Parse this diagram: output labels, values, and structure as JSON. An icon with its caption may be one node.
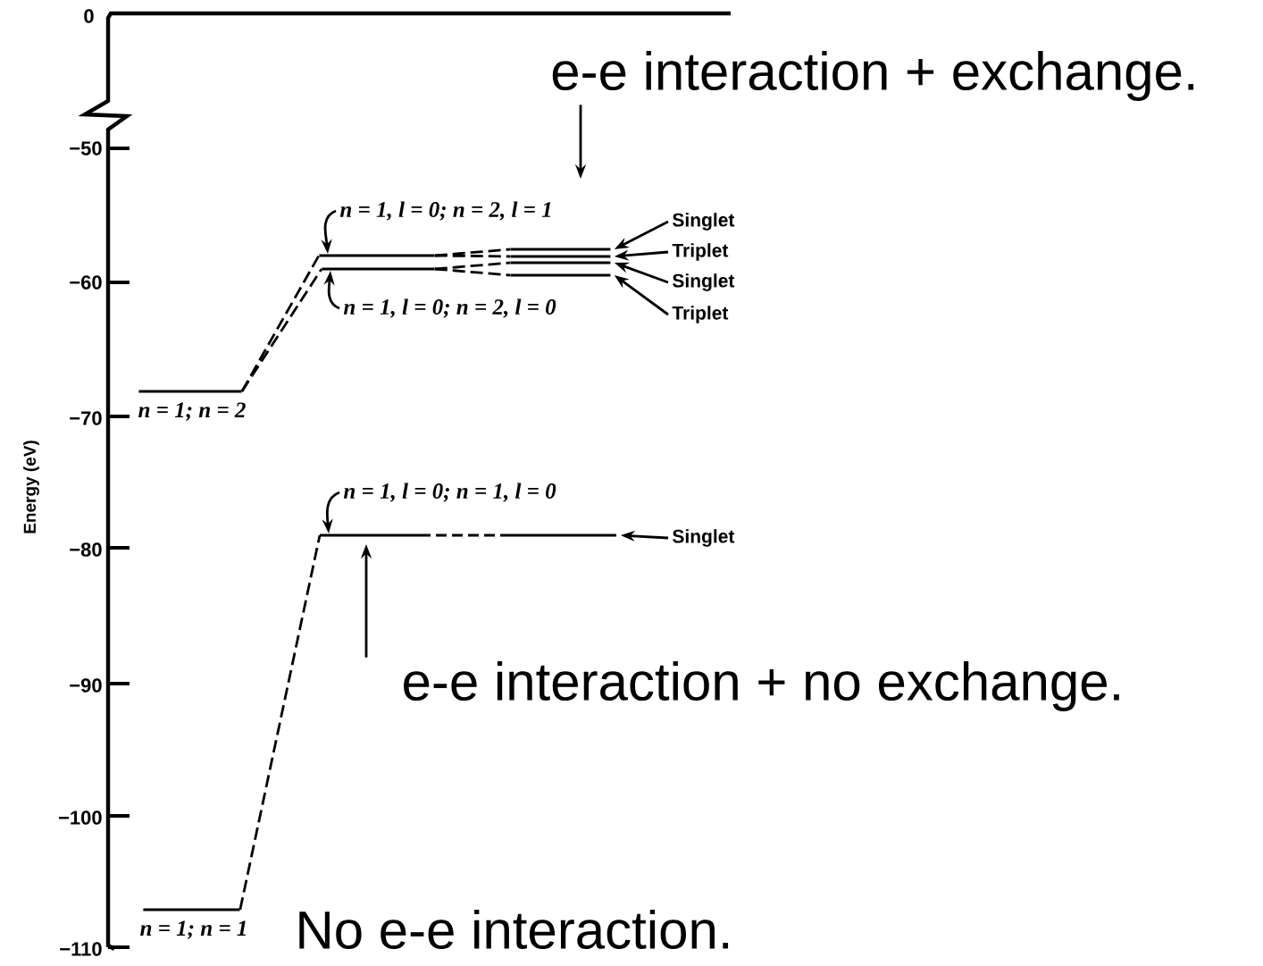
{
  "diagram": {
    "nodes": [
      {
        "text": [
          "e-e interaction + exchange."
        ]
      },
      {
        "text": [],
        "shape": "line",
        "beside": [
          "n = 1; n = 2"
        ]
      },
      {
        "text": [],
        "shape": "line",
        "beside": [
          "n = 1; n = 1"
        ]
      },
      {
        "text": [
          "n = 1, l = 0; n = 2, l = 1"
        ]
      },
      {
        "text": [],
        "shape": "line"
      },
      {
        "text": [
          "n = 1, l = 0; n = 2, l = 0"
        ]
      },
      {
        "text": [],
        "shape": "line"
      },
      {
        "text": [],
        "shape": "line"
      },
      {
        "text": [],
        "shape": "line"
      },
      {
        "text": [],
        "shape": "line"
      },
      {
        "text": [],
        "shape": "line"
      },
      {
        "text": [
          "Singlet"
        ]
      },
      {
        "text": [
          "Triplet"
        ]
      },
      {
        "text": [
          "Singlet"
        ]
      },
      {
        "text": [
          "Triplet"
        ]
      },
      {
        "text": [
          "n = 1, l = 0; n = 1, l = 0"
        ]
      },
      {
        "text": [],
        "shape": "line"
      },
      {
        "text": [
          "Singlet"
        ]
      },
      {
        "text": [
          "e-e interaction + no exchange."
        ]
      }
    ],
    "edges": [
      {
        "from": 0,
        "to": null,
        "arrow": "to"
      },
      {
        "from": 18,
        "to": 16,
        "arrow": "to"
      },
      {
        "from": 1,
        "to": 4,
        "arrow": "none",
        "style": "dashed"
      },
      {
        "from": 1,
        "to": 6,
        "arrow": "none",
        "style": "dashed"
      },
      {
        "from": 2,
        "to": 16,
        "arrow": "none",
        "style": "dashed"
      },
      {
        "from": 4,
        "to": 7,
        "arrow": "none",
        "style": "dashed"
      },
      {
        "from": 4,
        "to": 8,
        "arrow": "none",
        "style": "dashed"
      },
      {
        "from": 6,
        "to": 9,
        "arrow": "none",
        "style": "dashed"
      },
      {
        "from": 6,
        "to": 10,
        "arrow": "none",
        "style": "dashed"
      },
      {
        "from": 3,
        "to": 4,
        "arrow": "to"
      },
      {
        "from": 5,
        "to": 6,
        "arrow": "to"
      },
      {
        "from": 11,
        "to": 7,
        "arrow": "to"
      },
      {
        "from": 12,
        "to": 8,
        "arrow": "to"
      },
      {
        "from": 13,
        "to": 9,
        "arrow": "to"
      },
      {
        "from": 14,
        "to": 10,
        "arrow": "to"
      },
      {
        "from": 15,
        "to": 16,
        "arrow": "to"
      },
      {
        "from": 17,
        "to": 16,
        "arrow": "to"
      }
    ],
    "labels": [
      "0",
      "−50",
      "−60",
      "−70",
      "−80",
      "−90",
      "−100",
      "−110",
      "Energy (eV)",
      "No e-e interaction."
    ]
  }
}
